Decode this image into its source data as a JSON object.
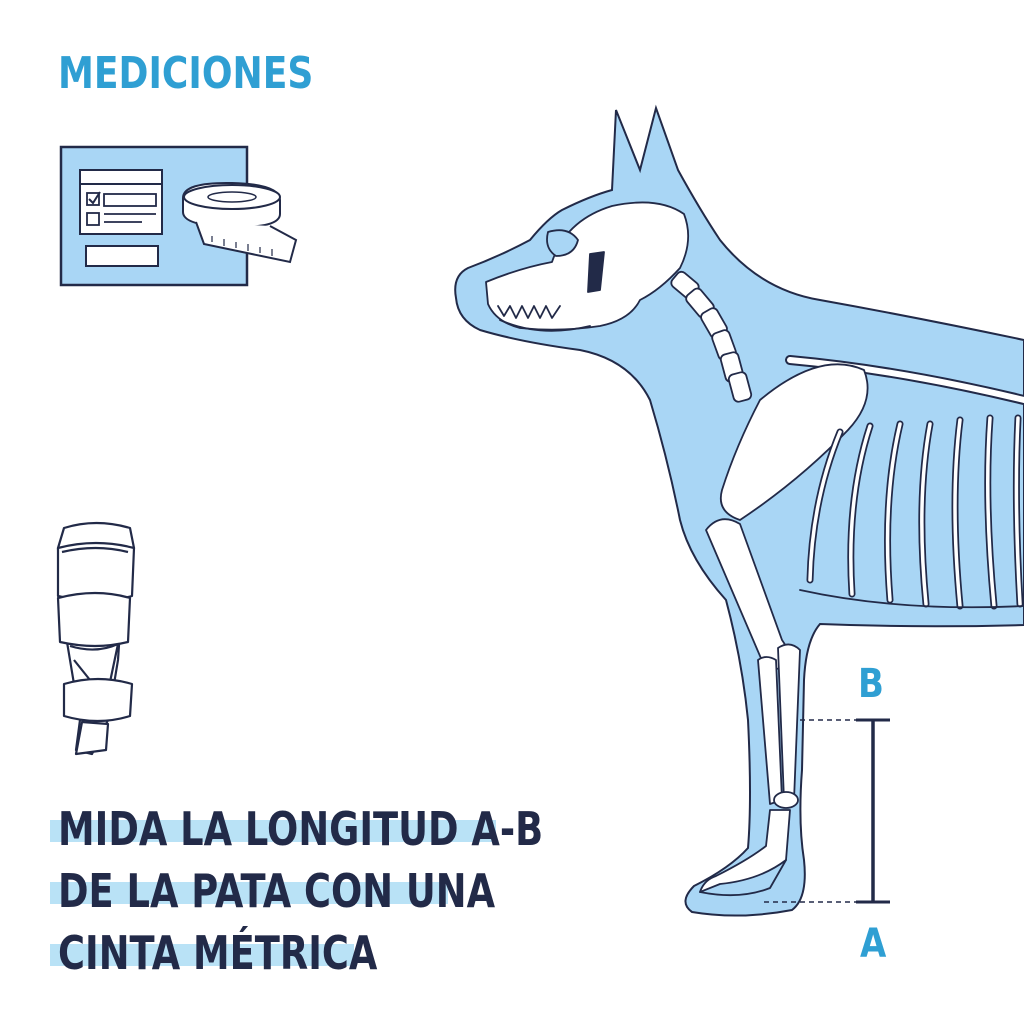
{
  "heading": {
    "title": "MEDICIONES"
  },
  "instructions": {
    "lines": [
      "MIDA LA LONGITUD A-B",
      "DE LA PATA CON UNA",
      "CINTA MÉTRICA"
    ]
  },
  "measurement": {
    "top_label": "B",
    "bottom_label": "A"
  },
  "icons": {
    "form": "checklist-form-icon",
    "tape": "measuring-tape-icon",
    "brace": "leg-brace-icon"
  },
  "colors": {
    "accent": "#2f9fd3",
    "body_fill": "#a9d6f5",
    "ink": "#222a48",
    "highlight": "#b9e2f6"
  }
}
